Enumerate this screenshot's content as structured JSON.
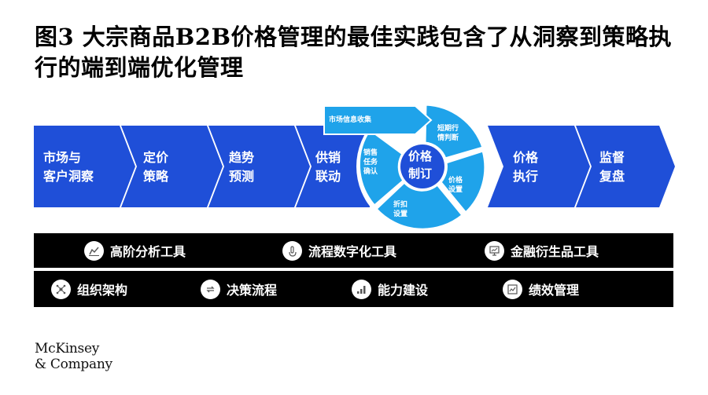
{
  "title": "图3 大宗商品B2B价格管理的最佳实践包含了从洞察到策略执行的端到端优化管理",
  "colors": {
    "chevron": "#1f4fd8",
    "ring": "#1fa3ea",
    "bar": "#000000"
  },
  "process": [
    {
      "label": "市场与\n客户洞察"
    },
    {
      "label": "定价\n策略"
    },
    {
      "label": "趋势\n预测"
    },
    {
      "label": "供销\n联动"
    },
    {
      "label": "价格\n执行"
    },
    {
      "label": "监督\n复盘"
    }
  ],
  "cycle": {
    "center": "价格\n制订",
    "segments": [
      {
        "label": "市场信息收集"
      },
      {
        "label": "短期行\n情判断"
      },
      {
        "label": "价格\n设置"
      },
      {
        "label": "折扣\n设置"
      },
      {
        "label": "销售\n任务\n确认"
      }
    ]
  },
  "tools_row1": [
    {
      "label": "高阶分析工具",
      "icon": "analytics-chart-icon"
    },
    {
      "label": "流程数字化工具",
      "icon": "touch-hand-icon"
    },
    {
      "label": "金融衍生品工具",
      "icon": "monitor-chart-icon"
    }
  ],
  "tools_row2": [
    {
      "label": "组织架构",
      "icon": "network-icon"
    },
    {
      "label": "决策流程",
      "icon": "cycle-arrows-icon"
    },
    {
      "label": "能力建设",
      "icon": "bar-growth-icon"
    },
    {
      "label": "绩效管理",
      "icon": "dashboard-icon"
    }
  ],
  "logo": {
    "line1": "McKinsey",
    "line2": "& Company"
  }
}
